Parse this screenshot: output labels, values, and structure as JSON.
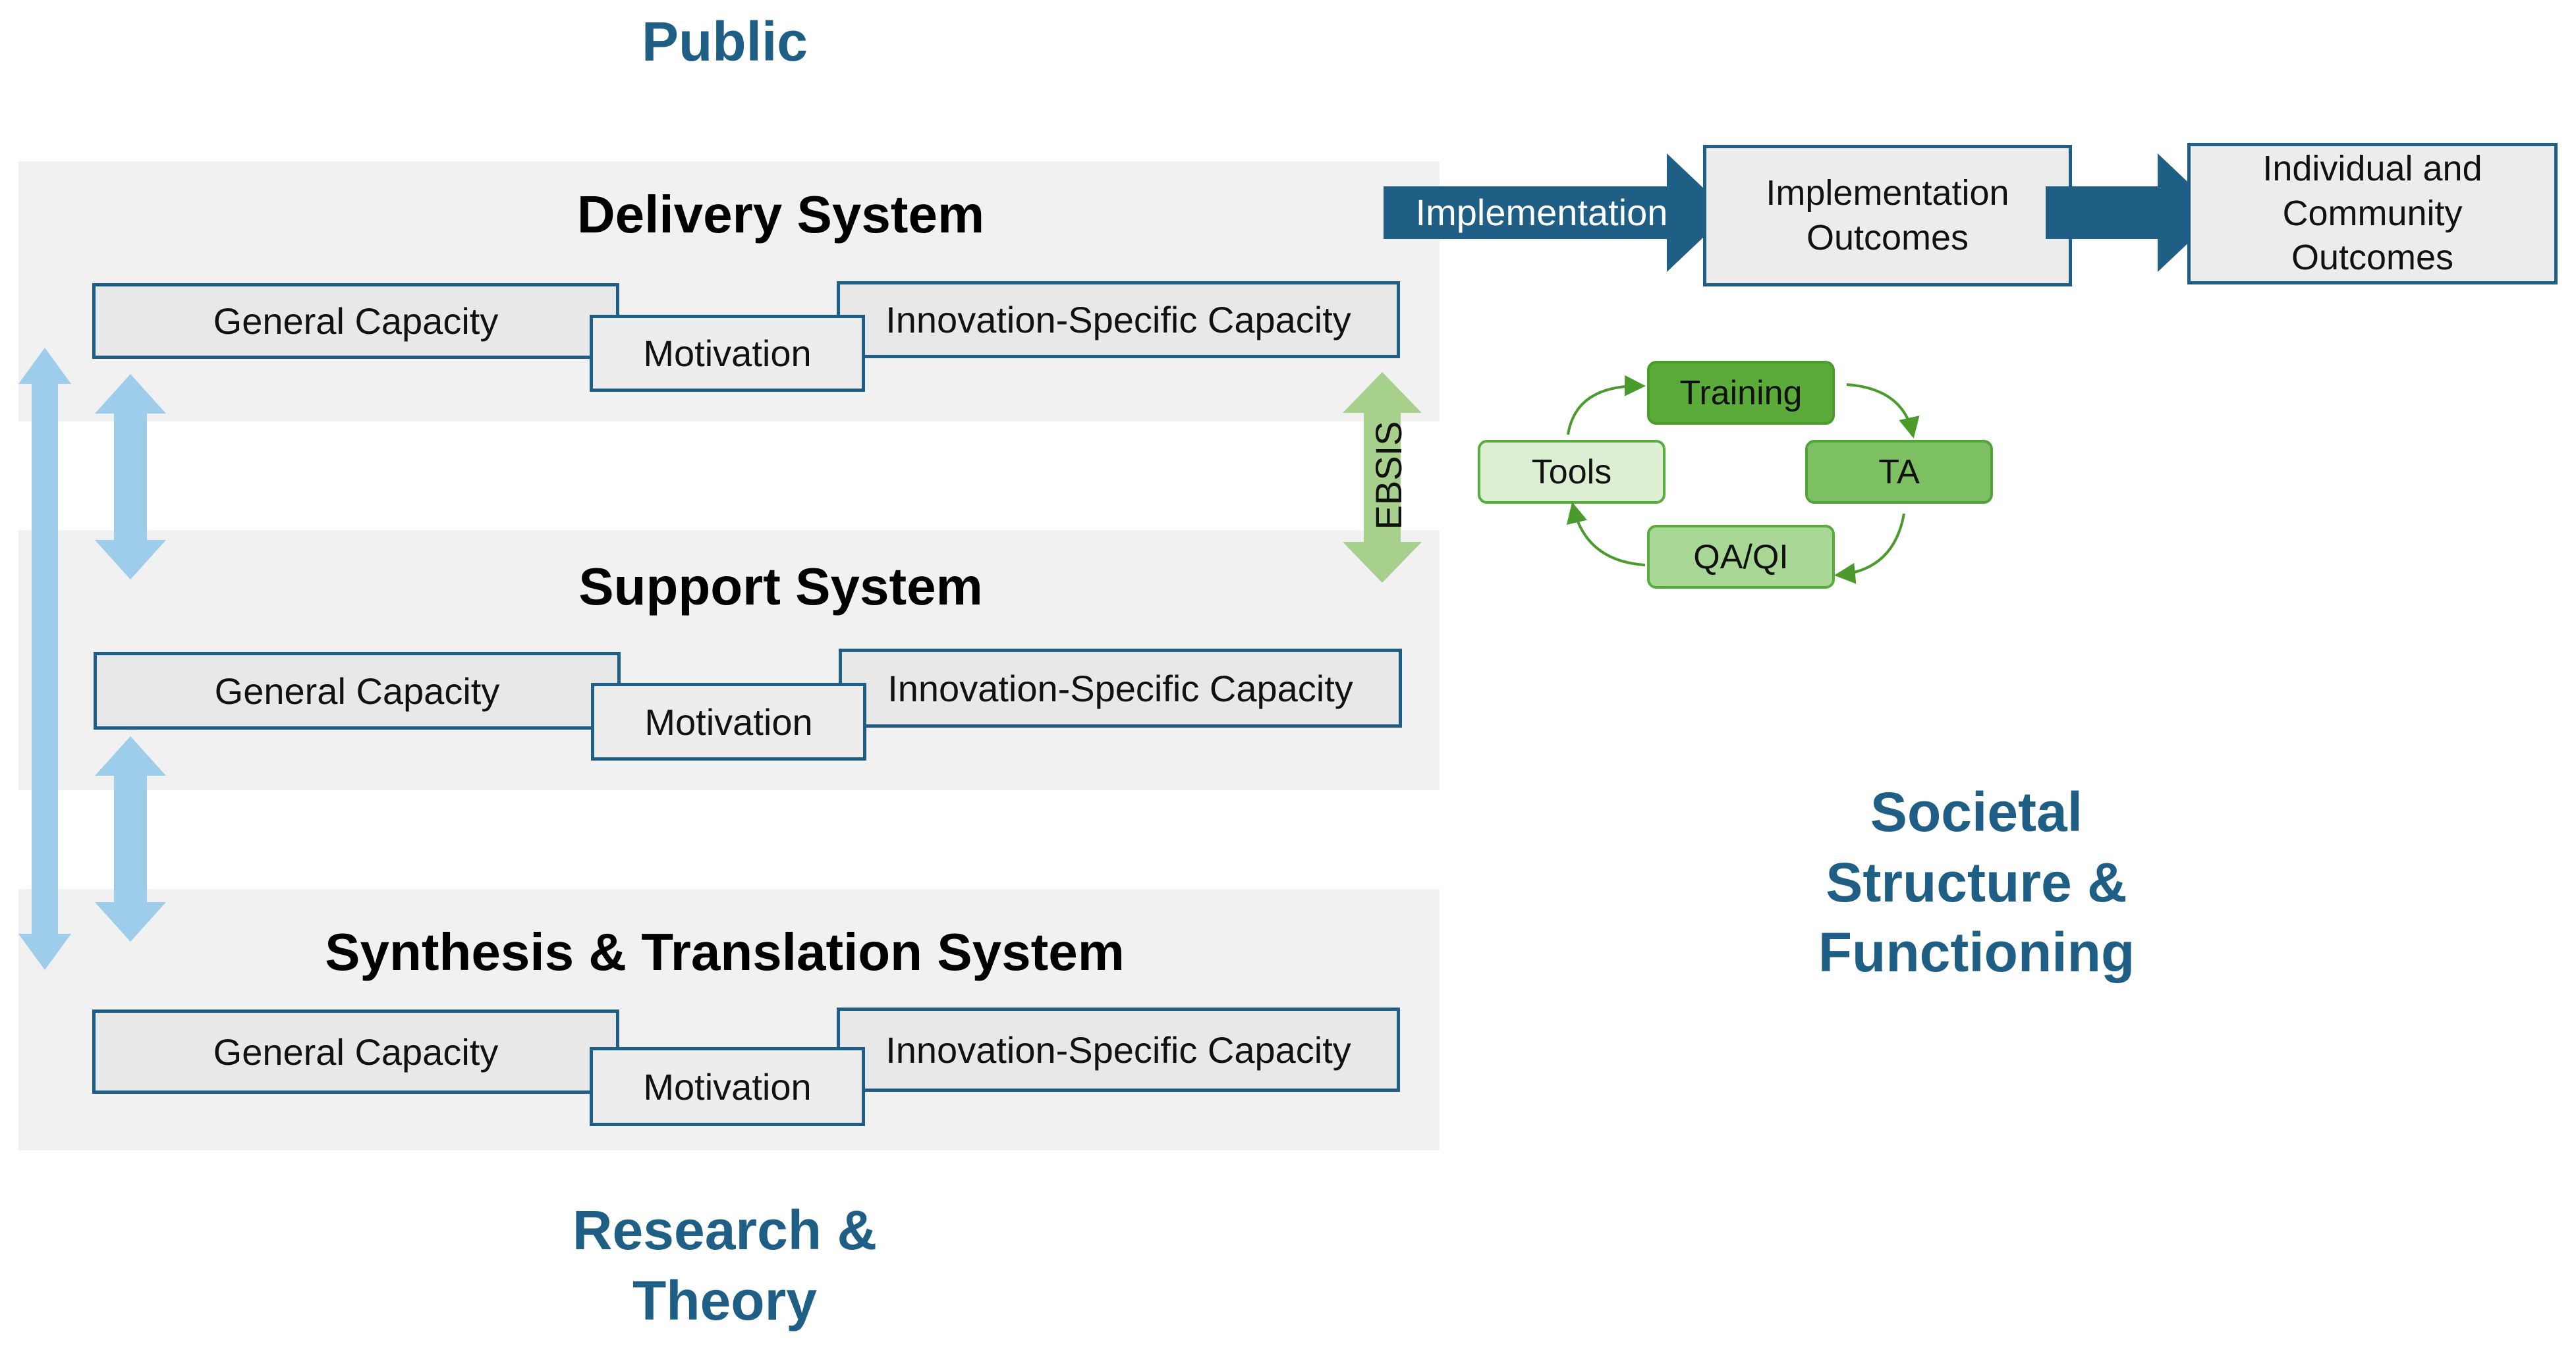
{
  "labels": {
    "public": "Public",
    "research_theory_line1": "Research &",
    "research_theory_line2": "Theory",
    "societal_line1": "Societal",
    "societal_line2": "Structure &",
    "societal_line3": "Functioning",
    "ebsis": "EBSIS"
  },
  "systems": [
    {
      "title": "Delivery System",
      "general": "General Capacity",
      "motivation": "Motivation",
      "specific": "Innovation-Specific Capacity"
    },
    {
      "title": "Support System",
      "general": "General Capacity",
      "motivation": "Motivation",
      "specific": "Innovation-Specific Capacity"
    },
    {
      "title": "Synthesis & Translation System",
      "general": "General Capacity",
      "motivation": "Motivation",
      "specific": "Innovation-Specific Capacity"
    }
  ],
  "flow": {
    "implementation": "Implementation",
    "outcomes_line1": "Implementation",
    "outcomes_line2": "Outcomes",
    "individual_line1": "Individual and",
    "individual_line2": "Community",
    "individual_line3": "Outcomes"
  },
  "cycle": {
    "training": "Training",
    "ta": "TA",
    "qaqi": "QA/QI",
    "tools": "Tools"
  },
  "colors": {
    "dark_blue": "#1f5f86",
    "light_blue_arrow": "#9dcdea",
    "green_arrow": "#a8d08d",
    "training_fill": "#5aab3a",
    "ta_fill": "#7dc063",
    "qaqi_fill": "#a9d795",
    "tools_fill": "#dcefd3",
    "band_gray": "#f1f1f1"
  }
}
